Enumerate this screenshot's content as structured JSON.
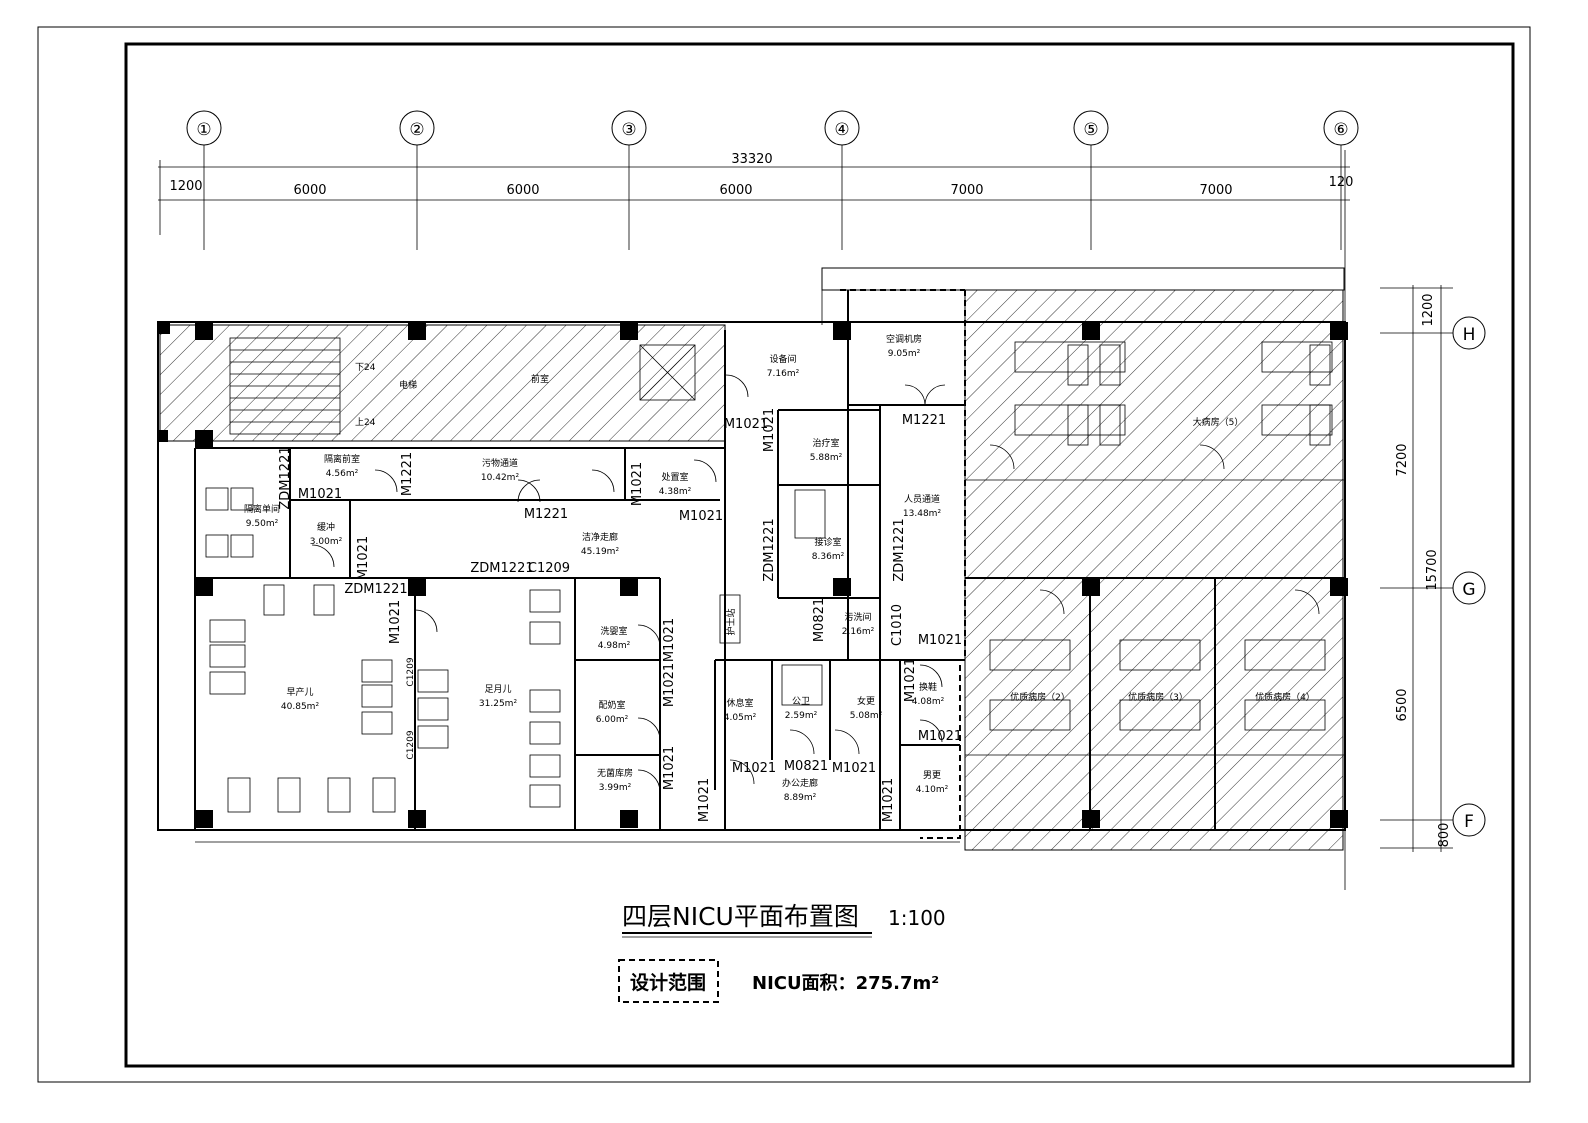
{
  "drawing": {
    "title": "四层NICU平面布置图",
    "scale": "1:100",
    "legend_label": "设计范围",
    "area_text": "NICU面积：275.7m²"
  },
  "axes": {
    "columns": [
      "①",
      "②",
      "③",
      "④",
      "⑤",
      "⑥"
    ],
    "rows": [
      "H",
      "G",
      "F"
    ],
    "total_dimension": "33320",
    "top_dimensions": [
      "1200",
      "6000",
      "6000",
      "6000",
      "7000",
      "7000",
      "120"
    ],
    "right_total": "15700",
    "right_dimensions": [
      "1200",
      "7200",
      "6500",
      "800"
    ]
  },
  "rooms": [
    {
      "name": "隔离前室",
      "area": "4.56m²"
    },
    {
      "name": "污物通道",
      "area": "10.42m²"
    },
    {
      "name": "处置室",
      "area": "4.38m²"
    },
    {
      "name": "设备间",
      "area": "7.16m²"
    },
    {
      "name": "空调机房",
      "area": "9.05m²"
    },
    {
      "name": "治疗室",
      "area": "5.88m²"
    },
    {
      "name": "隔离单间",
      "area": "9.50m²"
    },
    {
      "name": "缓冲",
      "area": "3.00m²"
    },
    {
      "name": "洁净走廊",
      "area": "45.19m²"
    },
    {
      "name": "接诊室",
      "area": "8.36m²"
    },
    {
      "name": "人员通道",
      "area": "13.48m²"
    },
    {
      "name": "洗婴室",
      "area": "4.98m²"
    },
    {
      "name": "护士站",
      "area": ""
    },
    {
      "name": "早产儿",
      "area": "40.85m²"
    },
    {
      "name": "足月儿",
      "area": "31.25m²"
    },
    {
      "name": "配奶室",
      "area": "6.00m²"
    },
    {
      "name": "无菌库房",
      "area": "3.99m²"
    },
    {
      "name": "休息室",
      "area": "4.05m²"
    },
    {
      "name": "公卫",
      "area": "2.59m²"
    },
    {
      "name": "女更",
      "area": "5.08m²"
    },
    {
      "name": "换鞋",
      "area": "4.08m²"
    },
    {
      "name": "男更",
      "area": "4.10m²"
    },
    {
      "name": "办公走廊",
      "area": "8.89m²"
    },
    {
      "name": "污洗间",
      "area": "2.16m²"
    },
    {
      "name": "电梯",
      "area": ""
    },
    {
      "name": "前室",
      "area": ""
    },
    {
      "name": "大病房（5）",
      "area": ""
    },
    {
      "name": "优质病房（2）",
      "area": ""
    },
    {
      "name": "优质病房（3）",
      "area": ""
    },
    {
      "name": "优质病房（4）",
      "area": ""
    }
  ],
  "door_tags": {
    "zdm1221": "ZDM1221",
    "m1021": "M1021",
    "m1221": "M1221",
    "m0821": "M0821",
    "c1209": "C1209",
    "c1010": "C1010",
    "stair_down": "下24",
    "stair_up": "上24"
  }
}
